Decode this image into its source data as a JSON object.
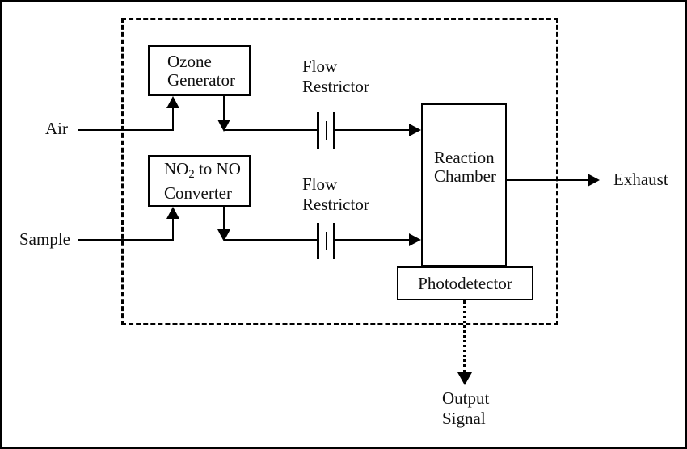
{
  "diagram": {
    "boxes": {
      "ozone_generator": {
        "line1": "Ozone",
        "line2": "Generator"
      },
      "no2_converter": {
        "formula_base": "NO",
        "formula_sub": "2",
        "formula_rest": " to NO",
        "line2": "Converter"
      },
      "reaction_chamber": {
        "line1": "Reaction",
        "line2": "Chamber"
      },
      "photodetector": {
        "label": "Photodetector"
      }
    },
    "inputs": {
      "air": "Air",
      "sample": "Sample"
    },
    "outputs": {
      "exhaust": "Exhaust",
      "output_signal": {
        "line1": "Output",
        "line2": "Signal"
      }
    },
    "flow_restrictors": {
      "first": {
        "line1": "Flow",
        "line2": "Restrictor"
      },
      "second": {
        "line1": "Flow",
        "line2": "Restrictor"
      }
    },
    "colors": {
      "line": "#000000",
      "background": "#ffffff"
    }
  }
}
